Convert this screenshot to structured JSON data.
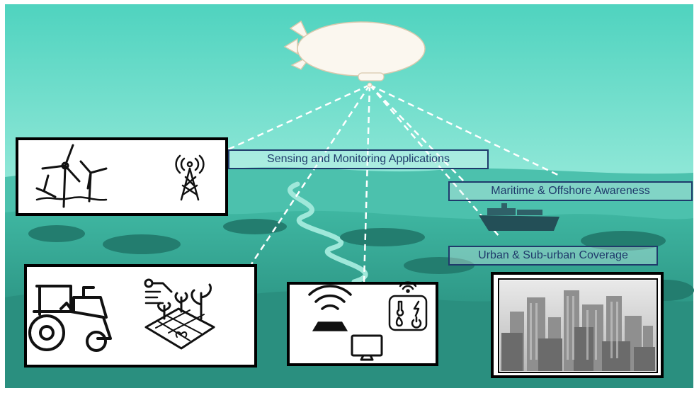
{
  "labels": {
    "sensing": "Sensing and Monitoring Applications",
    "maritime": "Maritime & Offshore Awareness",
    "urban": "Urban & Sub-urban Coverage"
  },
  "colors": {
    "sky": "#6fdcc8",
    "hills": "#2f9e8c",
    "label_border": "#1f3a6b",
    "link_dash": "#ffffff"
  },
  "icons": [
    "airship-icon",
    "wind-turbine-icon",
    "radio-tower-icon",
    "tractor-icon",
    "smart-farming-icon",
    "wifi-sensor-icon",
    "weather-sensor-icon",
    "monitor-icon",
    "city-skyline-image",
    "cargo-ship-icon"
  ]
}
